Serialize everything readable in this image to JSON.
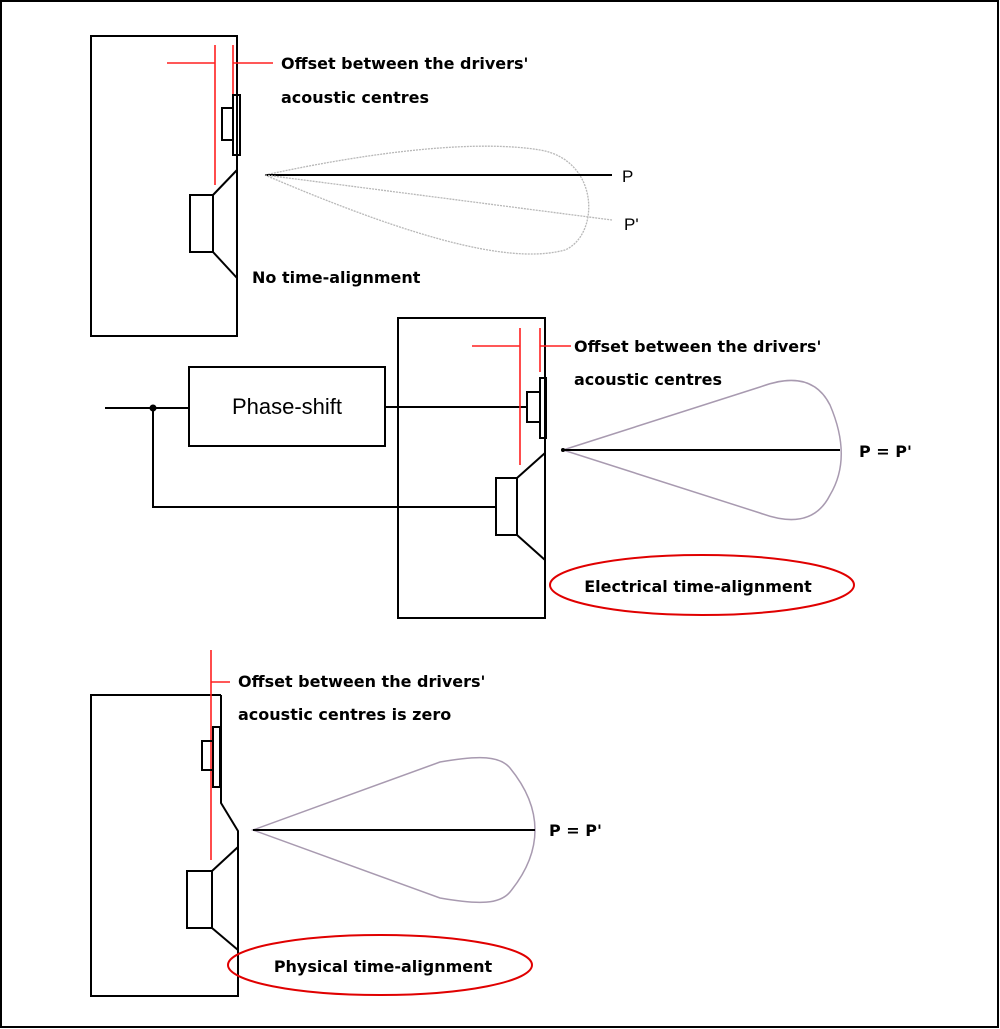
{
  "colors": {
    "offset_marker": "#ff2020",
    "lobe": "#a89ab0",
    "lobe_grey": "#b8b8b8",
    "highlight_ellipse": "#e00000"
  },
  "panel_no_alignment": {
    "offset_label_line1": "Offset between the drivers'",
    "offset_label_line2": "acoustic centres",
    "point_p": "P",
    "point_p_prime": "P'",
    "caption": "No time-alignment"
  },
  "panel_electrical": {
    "phase_shift_label": "Phase-shift",
    "offset_label_line1": "Offset between the drivers'",
    "offset_label_line2": "acoustic centres",
    "point_label": "P = P'",
    "caption": "Electrical time-alignment"
  },
  "panel_physical": {
    "offset_label_line1": "Offset between the drivers'",
    "offset_label_line2": "acoustic centres is zero",
    "point_label": "P = P'",
    "caption": "Physical time-alignment"
  }
}
